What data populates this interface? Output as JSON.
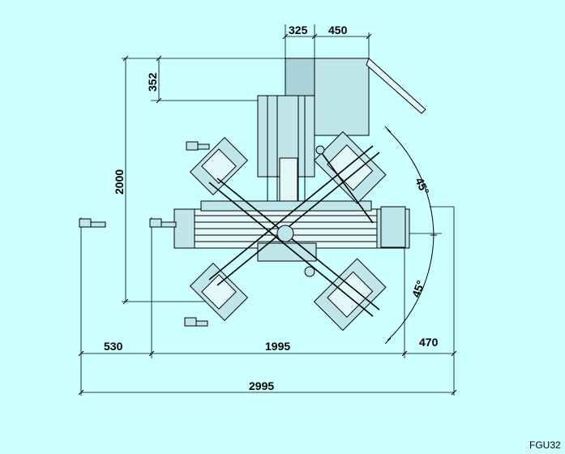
{
  "drawing": {
    "code": "FGU32",
    "dimensions": {
      "top_left": "325",
      "top_right": "450",
      "top_height": "352",
      "height": "2000",
      "angle_upper": "45°",
      "angle_lower": "45°",
      "left_offset": "530",
      "width": "1995",
      "right_offset": "470",
      "total_width": "2995"
    }
  }
}
